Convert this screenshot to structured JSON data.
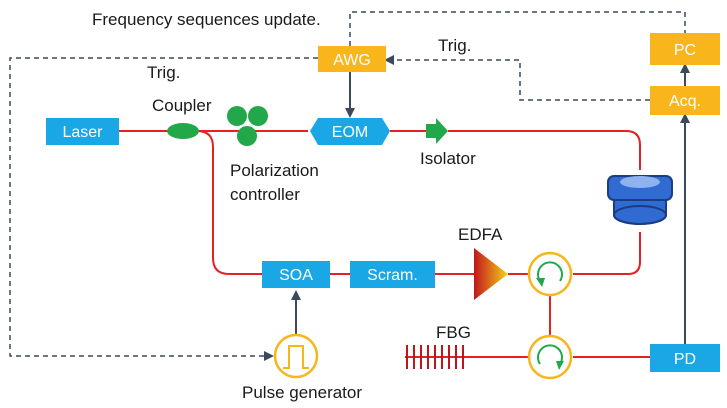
{
  "title": "Frequency sequences update.",
  "labels": {
    "trig_left": "Trig.",
    "trig_right": "Trig.",
    "coupler": "Coupler",
    "polarization_line1": "Polarization",
    "polarization_line2": "controller",
    "isolator": "Isolator",
    "edfa": "EDFA",
    "fbg": "FBG",
    "pulse_generator": "Pulse generator"
  },
  "blocks": {
    "laser": "Laser",
    "eom": "EOM",
    "soa": "SOA",
    "scram": "Scram.",
    "pd": "PD",
    "awg": "AWG",
    "pc": "PC",
    "acq": "Acq."
  },
  "colors": {
    "blue_block": "#1aa7e6",
    "orange_block": "#f9b51c",
    "fiber": "#e32222",
    "arrow": "#3b4a5c",
    "green": "#22a84a",
    "spool": "#2f6bd1"
  }
}
